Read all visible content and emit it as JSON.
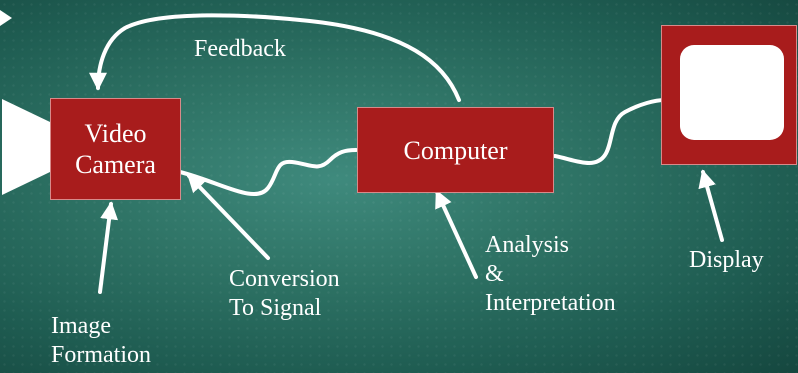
{
  "diagram": {
    "feedback_label": "Feedback",
    "nodes": {
      "camera": {
        "line1": "Video",
        "line2": "Camera"
      },
      "computer": {
        "label": "Computer"
      },
      "display": {
        "label": "Display"
      }
    },
    "annotations": {
      "image_formation": {
        "line1": "Image",
        "line2": "Formation"
      },
      "conversion": {
        "line1": "Conversion",
        "line2": "To Signal"
      },
      "analysis": {
        "line1": "Analysis",
        "line2": "&",
        "line3": "Interpretation"
      }
    },
    "colors": {
      "box_fill": "#a81c1c",
      "box_border": "#d88a8a",
      "connector": "#ffffff",
      "background": "#2f7466"
    }
  }
}
